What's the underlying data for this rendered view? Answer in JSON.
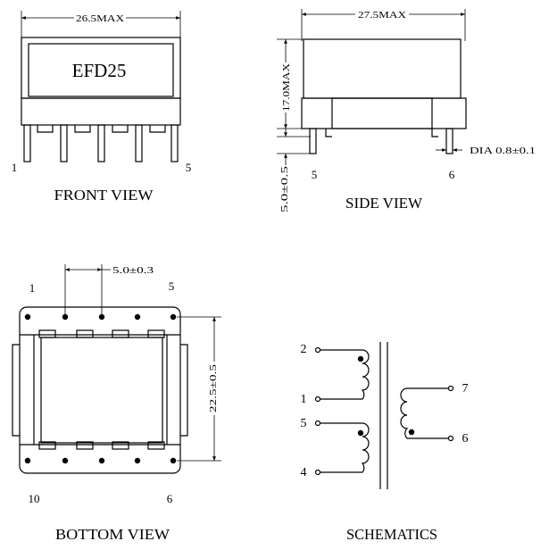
{
  "front_view": {
    "width_dim": "26.5MAX",
    "label": "EFD25",
    "pin_left": "1",
    "pin_right": "5",
    "caption": "FRONT VIEW"
  },
  "side_view": {
    "width_dim": "27.5MAX",
    "height_dim": "17.0MAX",
    "pin_length_dim": "5.0±0.5",
    "pin_dia_dim": "DIA 0.8±0.1",
    "pin_left": "5",
    "pin_right": "6",
    "caption": "SIDE VIEW"
  },
  "bottom_view": {
    "pitch_dim": "5.0±0.3",
    "row_spacing_dim": "22.5±0.5",
    "pin_top_left": "1",
    "pin_top_right": "5",
    "pin_bottom_left": "10",
    "pin_bottom_right": "6",
    "caption": "BOTTOM VIEW"
  },
  "schematics": {
    "pins": [
      "2",
      "1",
      "5",
      "4",
      "7",
      "6"
    ],
    "caption": "SCHEMATICS"
  }
}
